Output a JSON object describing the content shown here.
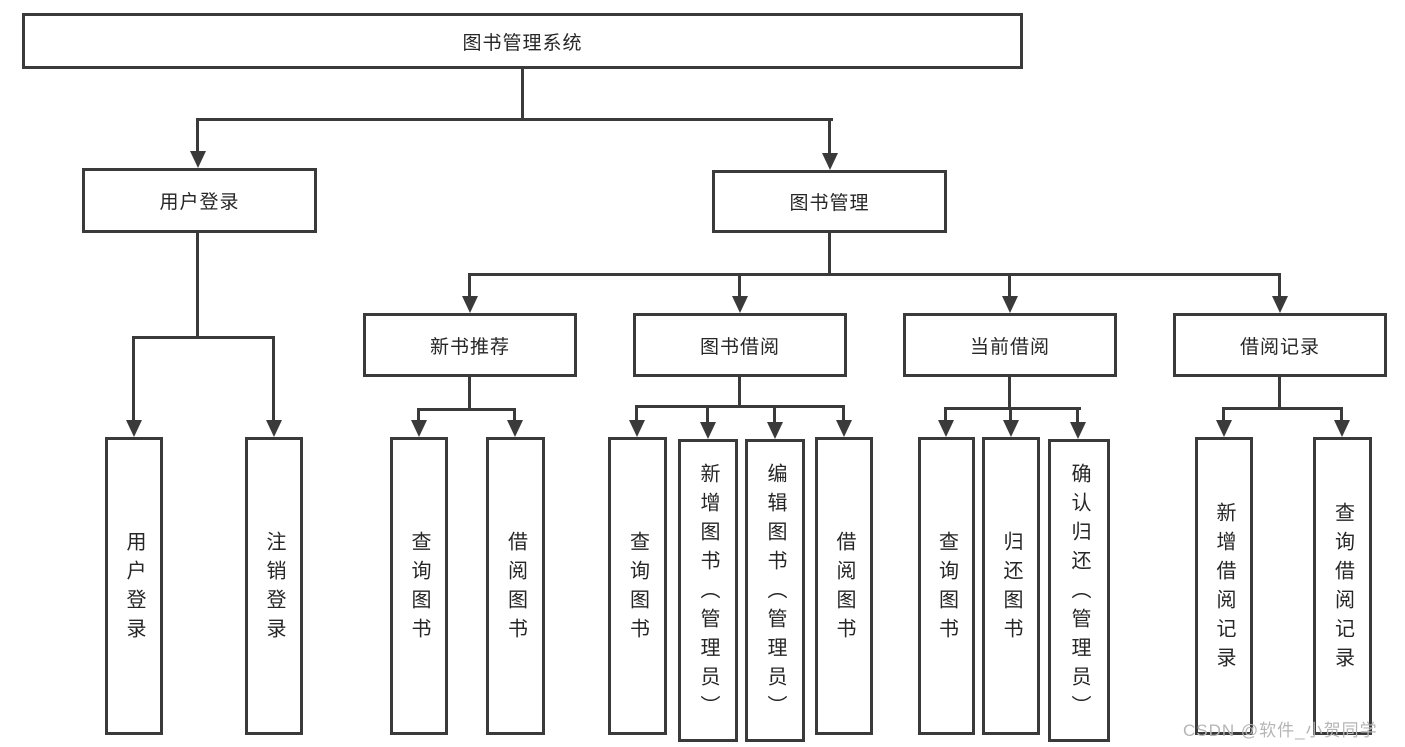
{
  "diagram": {
    "root": {
      "label": "图书管理系统"
    },
    "branches": {
      "user_login": {
        "label": "用户登录",
        "children": [
          "用户登录",
          "注销登录"
        ]
      },
      "book_mgmt": {
        "label": "图书管理",
        "sections": {
          "new_book": {
            "label": "新书推荐",
            "children": [
              "查询图书",
              "借阅图书"
            ]
          },
          "book_borrow": {
            "label": "图书借阅",
            "children": [
              "查询图书",
              "新增图书（管理员）",
              "编辑图书（管理员）",
              "借阅图书"
            ]
          },
          "current_borrow": {
            "label": "当前借阅",
            "children": [
              "查询图书",
              "归还图书",
              "确认归还（管理员）"
            ]
          },
          "borrow_record": {
            "label": "借阅记录",
            "children": [
              "新增借阅记录",
              "查询借阅记录"
            ]
          }
        }
      }
    },
    "colors": {
      "line": "#3a3a3a",
      "text": "#262626",
      "background": "#ffffff",
      "watermark": "#b5b5b5"
    }
  },
  "watermark": {
    "text": "CSDN @软件_小贺同学"
  }
}
